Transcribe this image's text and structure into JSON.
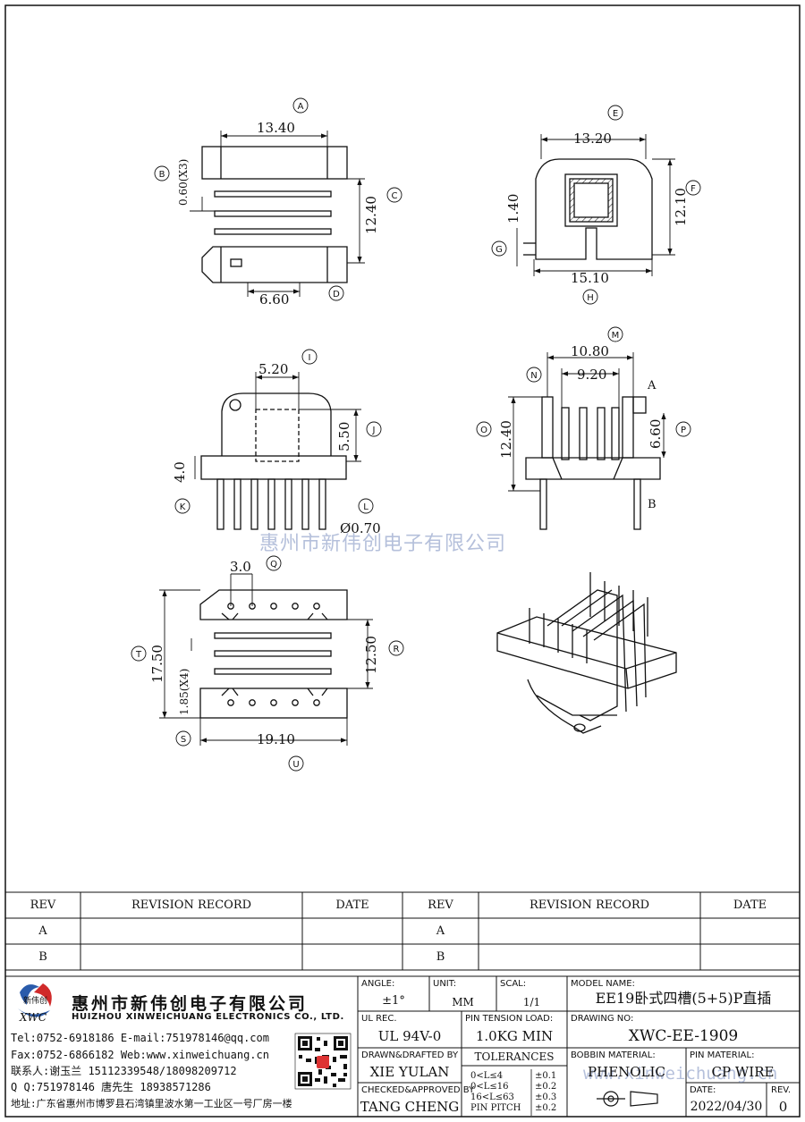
{
  "drawing": {
    "watermark_center": "惠州市新伟创电子有限公司",
    "watermark_corner": "www.xinweichuang.cn",
    "dims": {
      "a": "13.40",
      "b": "0.60(X3)",
      "c": "12.40",
      "d": "6.60",
      "e": "13.20",
      "f": "12.10",
      "g": "1.40",
      "h": "15.10",
      "i": "5.20",
      "j": "5.50",
      "k": "4.0",
      "l": "Ø0.70",
      "m": "10.80",
      "n": "9.20",
      "o": "12.40",
      "p": "6.60",
      "q": "3.0",
      "r": "12.50",
      "s": "19.10",
      "t": "17.50",
      "u": "1.85(X4)",
      "side_a": "A",
      "side_b": "B"
    },
    "balloons": [
      "A",
      "B",
      "C",
      "D",
      "E",
      "F",
      "G",
      "H",
      "I",
      "J",
      "K",
      "L",
      "M",
      "N",
      "O",
      "P",
      "Q",
      "R",
      "S",
      "T",
      "U"
    ]
  },
  "revision_table": {
    "headers": [
      "REV",
      "REVISION RECORD",
      "DATE",
      "REV",
      "REVISION RECORD",
      "DATE"
    ],
    "rows": [
      [
        "A",
        "",
        "",
        "A",
        "",
        ""
      ],
      [
        "B",
        "",
        "",
        "B",
        "",
        ""
      ]
    ]
  },
  "title_block": {
    "logo_cn": "新伟创",
    "logo_en": "XWC",
    "company_cn": "惠州市新伟创电子有限公司",
    "company_en": "HUIZHOU XINWEICHUANG ELECTRONICS CO., LTD.",
    "contacts": [
      "Tel:0752-6918186 E-mail:751978146@qq.com",
      "Fax:0752-6866182 Web:www.xinweichuang.cn",
      "联系人:谢玉兰 15112339548/18098209712",
      "Q Q:751978146   唐先生 18938571286",
      "地址:广东省惠州市博罗县石湾镇里波水第一工业区一号厂房一楼"
    ],
    "angle_label": "ANGLE:",
    "angle": "±1°",
    "unit_label": "UNIT:",
    "unit": "MM",
    "scale_label": "SCAL:",
    "scale": "1/1",
    "model_label": "MODEL NAME:",
    "model": "EE19卧式四槽(5+5)P直插",
    "ul_label": "UL REC.",
    "ul": "UL 94V-0",
    "pin_tension_label": "PIN TENSION LOAD:",
    "pin_tension": "1.0KG MIN",
    "drawing_no_label": "DRAWING NO:",
    "drawing_no": "XWC-EE-1909",
    "drawn_label": "DRAWN&DRAFTED BY",
    "drawn": "XIE YULAN",
    "tolerances_label": "TOLERANCES",
    "tolerances": [
      {
        "range": "0<L≤4",
        "tol": "±0.1"
      },
      {
        "range": "0<L≤16",
        "tol": "±0.2"
      },
      {
        "range": "16<L≤63",
        "tol": "±0.3"
      },
      {
        "range": "PIN PITCH",
        "tol": "±0.2"
      }
    ],
    "bobbin_label": "BOBBIN MATERIAL:",
    "bobbin": "PHENOLIC",
    "pin_material_label": "PIN MATERIAL:",
    "pin_material": "CP WIRE",
    "checked_label": "CHECKED&APPROVED BY",
    "checked": "TANG CHENG",
    "date_label": "DATE:",
    "date": "2022/04/30",
    "rev_label": "REV.",
    "rev": "0"
  }
}
